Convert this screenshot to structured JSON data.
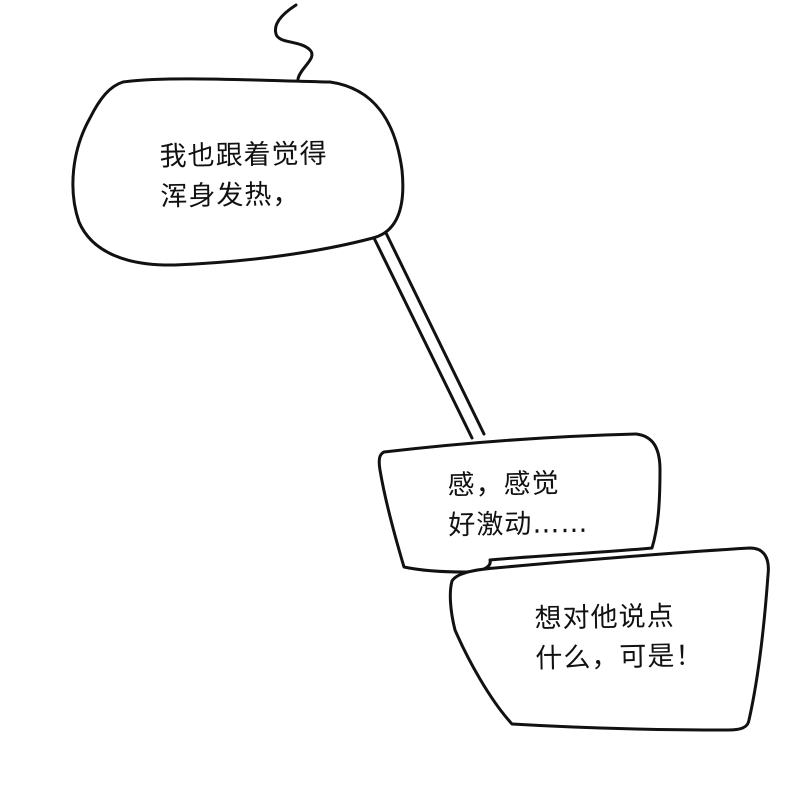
{
  "panel": {
    "background": "#ffffff",
    "ink_color": "#111111"
  },
  "bubbles": [
    {
      "lines": [
        "我也跟着觉得",
        "浑身发热，"
      ]
    },
    {
      "lines": [
        "感，感觉",
        "好激动……"
      ]
    },
    {
      "lines": [
        "想对他说点",
        "什么，可是！"
      ]
    }
  ]
}
